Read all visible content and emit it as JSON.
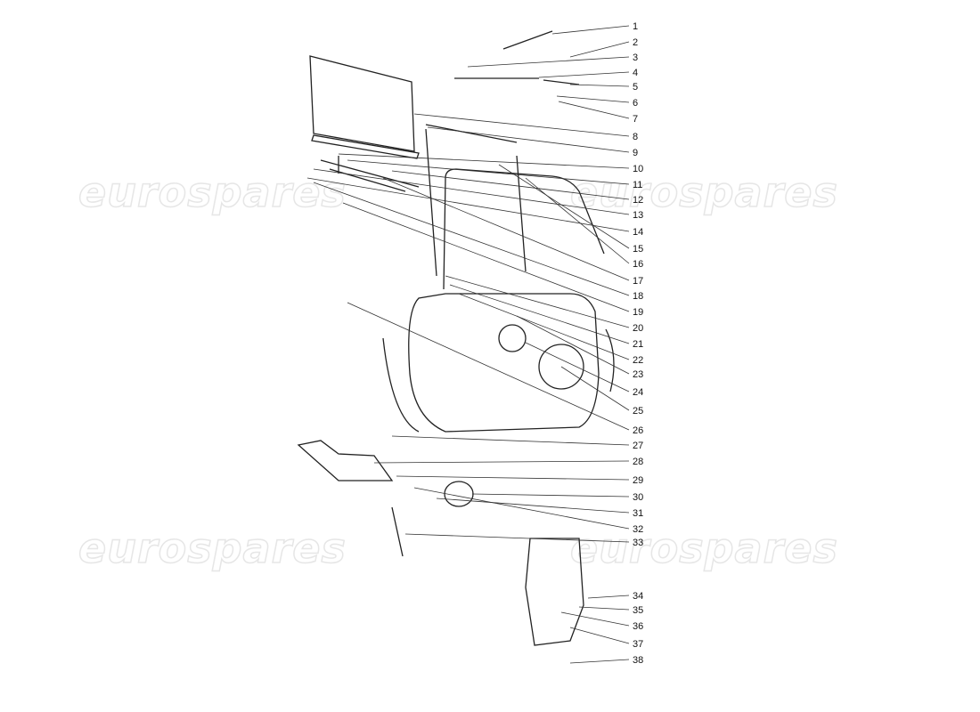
{
  "watermark": {
    "text": "eurospares",
    "color": "#e6e6e6"
  },
  "callouts": [
    "1",
    "2",
    "3",
    "4",
    "5",
    "6",
    "7",
    "8",
    "9",
    "10",
    "11",
    "12",
    "13",
    "14",
    "15",
    "16",
    "17",
    "18",
    "19",
    "20",
    "21",
    "22",
    "23",
    "24",
    "25",
    "26",
    "27",
    "28",
    "29",
    "30",
    "31",
    "32",
    "33",
    "34",
    "35",
    "36",
    "37",
    "38"
  ]
}
